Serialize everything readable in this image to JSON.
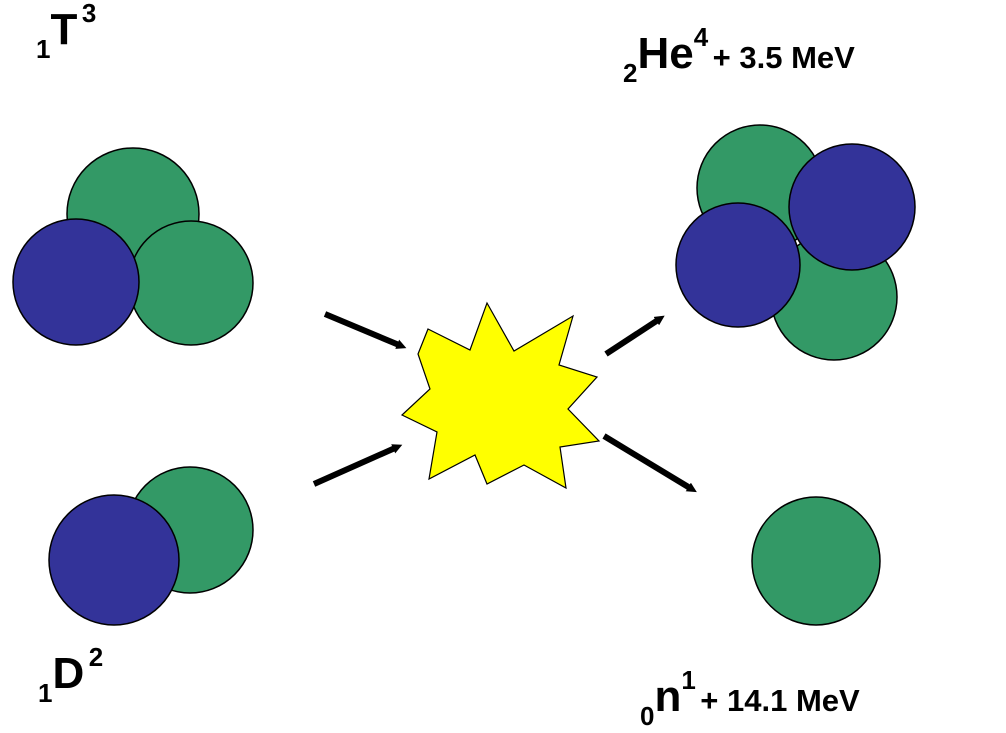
{
  "colors": {
    "proton": "#333399",
    "neutron": "#339966",
    "outline": "#000000",
    "burst": "#ffff00",
    "arrow": "#000000"
  },
  "tritium": {
    "atomic_number": "1",
    "symbol": "T",
    "mass_number": "3"
  },
  "deuterium": {
    "atomic_number": "1",
    "symbol": "D",
    "mass_number": "2"
  },
  "helium": {
    "atomic_number": "2",
    "symbol": "He",
    "mass_number": "4",
    "energy": "+ 3.5 MeV"
  },
  "neutron": {
    "atomic_number": "0",
    "symbol": "n",
    "mass_number": "1",
    "energy": "+ 14.1 MeV"
  }
}
